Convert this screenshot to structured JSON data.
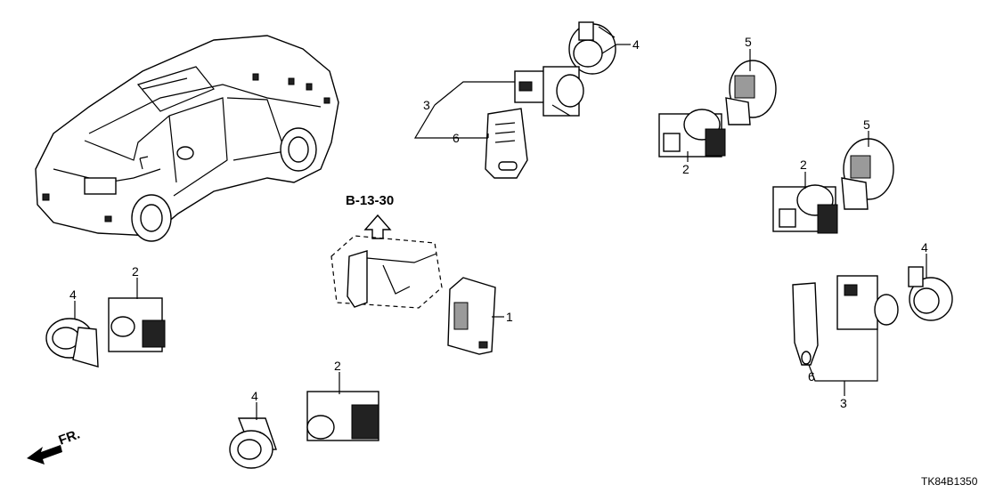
{
  "callouts": {
    "c_4_top": "4",
    "c_3_top": "3",
    "c_6_top": "6",
    "c_5_upper": "5",
    "c_2_mid": "2",
    "c_5_lower": "5",
    "c_2_right": "2",
    "c_4_right": "4",
    "c_6_bottom": "6",
    "c_3_bottom": "3",
    "c_2_left": "2",
    "c_4_left": "4",
    "c_1": "1",
    "c_2_bottom": "2",
    "c_4_bottom": "4"
  },
  "reference_label": "B-13-30",
  "front_label": "FR.",
  "diagram_code": "TK84B1350"
}
